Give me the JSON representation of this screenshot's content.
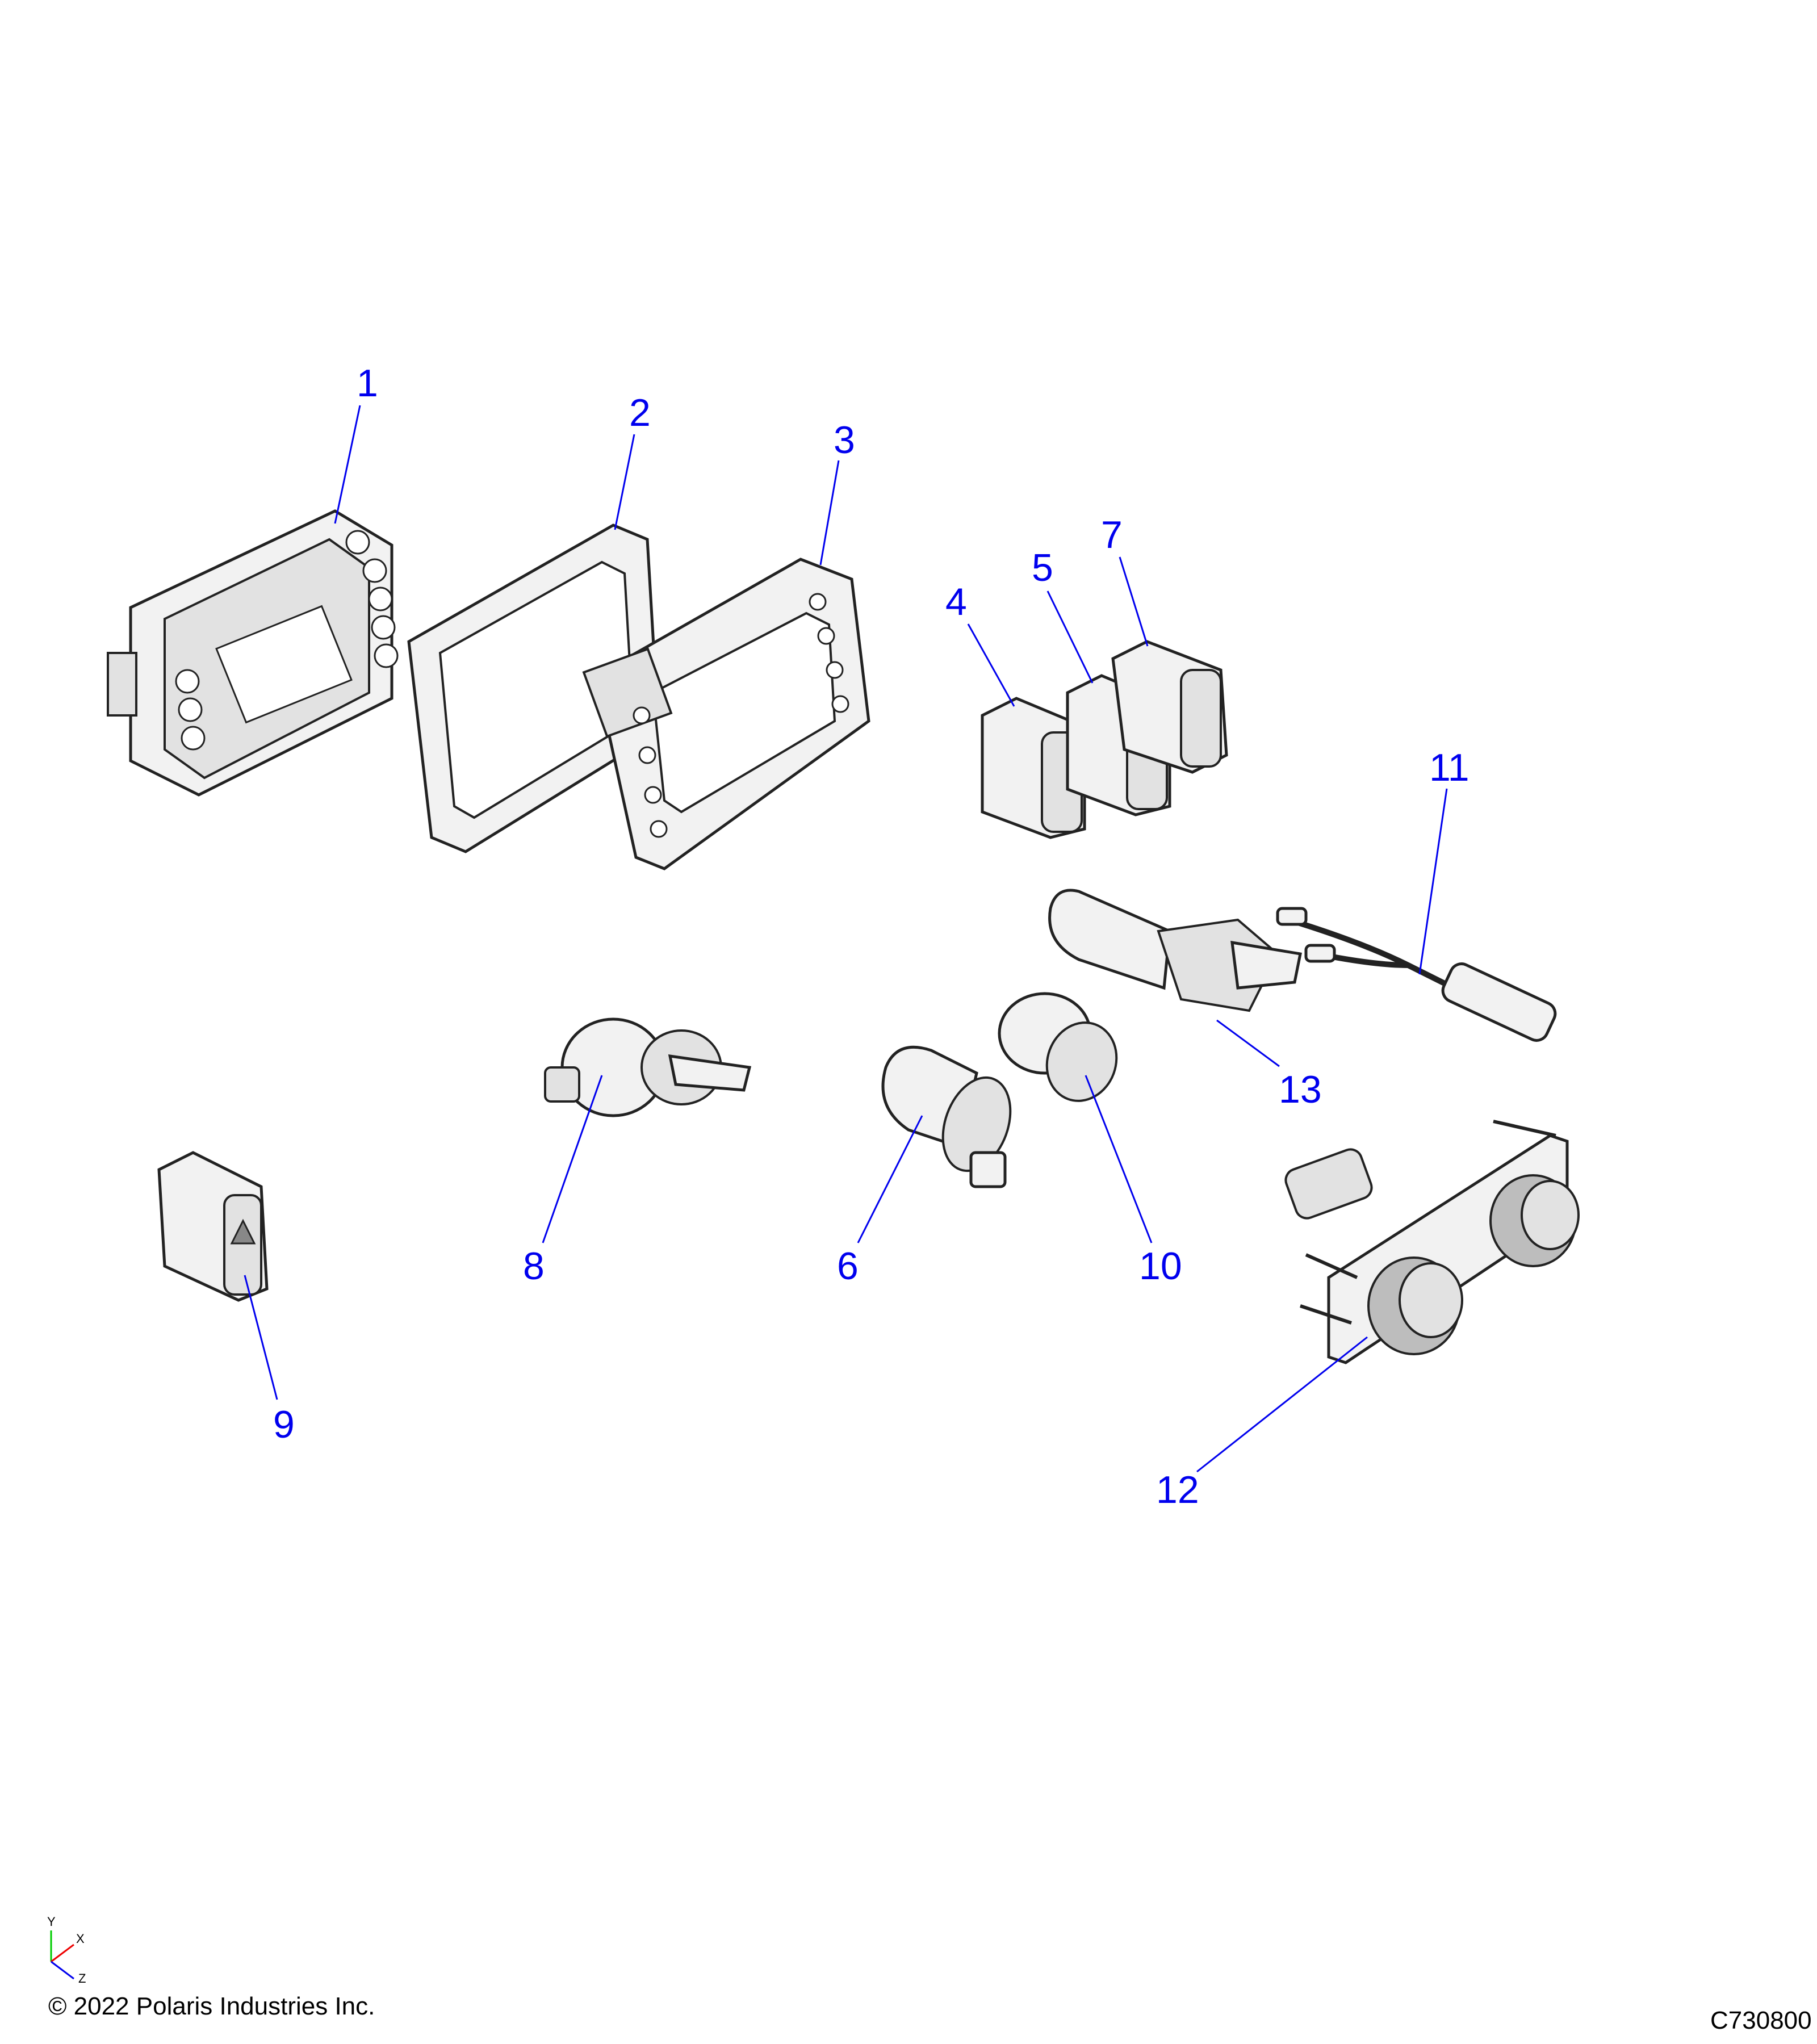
{
  "diagram": {
    "callouts": [
      "1",
      "2",
      "3",
      "4",
      "5",
      "6",
      "7",
      "8",
      "9",
      "10",
      "11",
      "12",
      "13"
    ],
    "accent_color": "#0000ee",
    "axis_labels": {
      "x": "X",
      "y": "Y",
      "z": "Z"
    },
    "copyright": "© 2022 Polaris Industries Inc.",
    "drawing_number": "C730800"
  }
}
